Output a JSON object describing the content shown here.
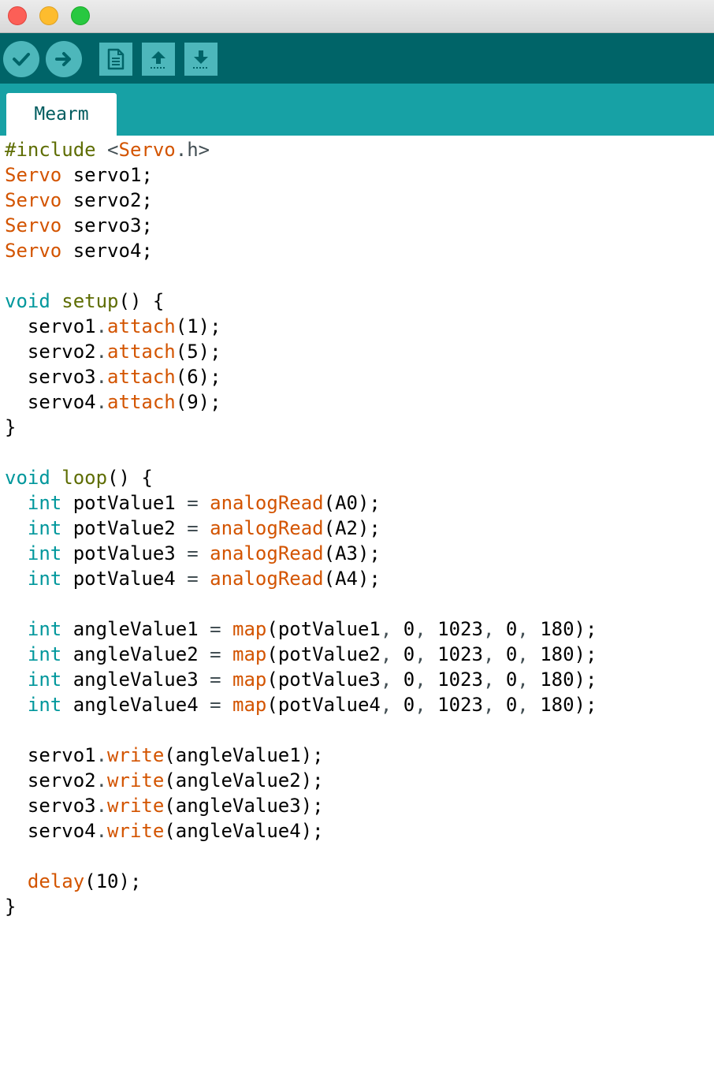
{
  "window": {
    "controls": [
      "close",
      "minimize",
      "zoom"
    ]
  },
  "toolbar": {
    "buttons": [
      {
        "name": "verify",
        "icon": "checkmark-icon"
      },
      {
        "name": "upload",
        "icon": "arrow-right-icon"
      },
      {
        "name": "new",
        "icon": "new-document-icon"
      },
      {
        "name": "open",
        "icon": "arrow-up-icon"
      },
      {
        "name": "save",
        "icon": "arrow-down-icon"
      }
    ]
  },
  "tabs": [
    {
      "label": "Mearm",
      "active": true
    }
  ],
  "colors": {
    "toolbar": "#006468",
    "tabbar": "#17a1a5",
    "button": "#4db7bb",
    "keyword_type": "#d35400",
    "keyword_int": "#00979c",
    "preprocessor": "#5e6d03"
  },
  "code": {
    "lines": [
      [
        {
          "t": "#include ",
          "c": "pre"
        },
        {
          "t": "<",
          "c": "punct"
        },
        {
          "t": "Servo",
          "c": "type"
        },
        {
          "t": ".h>",
          "c": "punct"
        }
      ],
      [
        {
          "t": "Servo",
          "c": "type"
        },
        {
          "t": " servo1;",
          "c": ""
        }
      ],
      [
        {
          "t": "Servo",
          "c": "type"
        },
        {
          "t": " servo2;",
          "c": ""
        }
      ],
      [
        {
          "t": "Servo",
          "c": "type"
        },
        {
          "t": " servo3;",
          "c": ""
        }
      ],
      [
        {
          "t": "Servo",
          "c": "type"
        },
        {
          "t": " servo4;",
          "c": ""
        }
      ],
      [],
      [
        {
          "t": "void",
          "c": "kw"
        },
        {
          "t": " ",
          "c": ""
        },
        {
          "t": "setup",
          "c": "fn-def"
        },
        {
          "t": "() {",
          "c": ""
        }
      ],
      [
        {
          "t": "  servo1",
          "c": ""
        },
        {
          "t": ".",
          "c": "punct"
        },
        {
          "t": "attach",
          "c": "func"
        },
        {
          "t": "(1);",
          "c": ""
        }
      ],
      [
        {
          "t": "  servo2",
          "c": ""
        },
        {
          "t": ".",
          "c": "punct"
        },
        {
          "t": "attach",
          "c": "func"
        },
        {
          "t": "(5);",
          "c": ""
        }
      ],
      [
        {
          "t": "  servo3",
          "c": ""
        },
        {
          "t": ".",
          "c": "punct"
        },
        {
          "t": "attach",
          "c": "func"
        },
        {
          "t": "(6);",
          "c": ""
        }
      ],
      [
        {
          "t": "  servo4",
          "c": ""
        },
        {
          "t": ".",
          "c": "punct"
        },
        {
          "t": "attach",
          "c": "func"
        },
        {
          "t": "(9);",
          "c": ""
        }
      ],
      [
        {
          "t": "}",
          "c": ""
        }
      ],
      [],
      [
        {
          "t": "void",
          "c": "kw"
        },
        {
          "t": " ",
          "c": ""
        },
        {
          "t": "loop",
          "c": "fn-def"
        },
        {
          "t": "() {",
          "c": ""
        }
      ],
      [
        {
          "t": "  ",
          "c": ""
        },
        {
          "t": "int",
          "c": "kw"
        },
        {
          "t": " potValue1 ",
          "c": ""
        },
        {
          "t": "=",
          "c": "punct"
        },
        {
          "t": " ",
          "c": ""
        },
        {
          "t": "analogRead",
          "c": "func"
        },
        {
          "t": "(A0);",
          "c": ""
        }
      ],
      [
        {
          "t": "  ",
          "c": ""
        },
        {
          "t": "int",
          "c": "kw"
        },
        {
          "t": " potValue2 ",
          "c": ""
        },
        {
          "t": "=",
          "c": "punct"
        },
        {
          "t": " ",
          "c": ""
        },
        {
          "t": "analogRead",
          "c": "func"
        },
        {
          "t": "(A2);",
          "c": ""
        }
      ],
      [
        {
          "t": "  ",
          "c": ""
        },
        {
          "t": "int",
          "c": "kw"
        },
        {
          "t": " potValue3 ",
          "c": ""
        },
        {
          "t": "=",
          "c": "punct"
        },
        {
          "t": " ",
          "c": ""
        },
        {
          "t": "analogRead",
          "c": "func"
        },
        {
          "t": "(A3);",
          "c": ""
        }
      ],
      [
        {
          "t": "  ",
          "c": ""
        },
        {
          "t": "int",
          "c": "kw"
        },
        {
          "t": " potValue4 ",
          "c": ""
        },
        {
          "t": "=",
          "c": "punct"
        },
        {
          "t": " ",
          "c": ""
        },
        {
          "t": "analogRead",
          "c": "func"
        },
        {
          "t": "(A4);",
          "c": ""
        }
      ],
      [],
      [
        {
          "t": "  ",
          "c": ""
        },
        {
          "t": "int",
          "c": "kw"
        },
        {
          "t": " angleValue1 ",
          "c": ""
        },
        {
          "t": "=",
          "c": "punct"
        },
        {
          "t": " ",
          "c": ""
        },
        {
          "t": "map",
          "c": "func"
        },
        {
          "t": "(potValue1",
          "c": ""
        },
        {
          "t": ",",
          "c": "punct"
        },
        {
          "t": " 0",
          "c": ""
        },
        {
          "t": ",",
          "c": "punct"
        },
        {
          "t": " 1023",
          "c": ""
        },
        {
          "t": ",",
          "c": "punct"
        },
        {
          "t": " 0",
          "c": ""
        },
        {
          "t": ",",
          "c": "punct"
        },
        {
          "t": " 180);",
          "c": ""
        }
      ],
      [
        {
          "t": "  ",
          "c": ""
        },
        {
          "t": "int",
          "c": "kw"
        },
        {
          "t": " angleValue2 ",
          "c": ""
        },
        {
          "t": "=",
          "c": "punct"
        },
        {
          "t": " ",
          "c": ""
        },
        {
          "t": "map",
          "c": "func"
        },
        {
          "t": "(potValue2",
          "c": ""
        },
        {
          "t": ",",
          "c": "punct"
        },
        {
          "t": " 0",
          "c": ""
        },
        {
          "t": ",",
          "c": "punct"
        },
        {
          "t": " 1023",
          "c": ""
        },
        {
          "t": ",",
          "c": "punct"
        },
        {
          "t": " 0",
          "c": ""
        },
        {
          "t": ",",
          "c": "punct"
        },
        {
          "t": " 180);",
          "c": ""
        }
      ],
      [
        {
          "t": "  ",
          "c": ""
        },
        {
          "t": "int",
          "c": "kw"
        },
        {
          "t": " angleValue3 ",
          "c": ""
        },
        {
          "t": "=",
          "c": "punct"
        },
        {
          "t": " ",
          "c": ""
        },
        {
          "t": "map",
          "c": "func"
        },
        {
          "t": "(potValue3",
          "c": ""
        },
        {
          "t": ",",
          "c": "punct"
        },
        {
          "t": " 0",
          "c": ""
        },
        {
          "t": ",",
          "c": "punct"
        },
        {
          "t": " 1023",
          "c": ""
        },
        {
          "t": ",",
          "c": "punct"
        },
        {
          "t": " 0",
          "c": ""
        },
        {
          "t": ",",
          "c": "punct"
        },
        {
          "t": " 180);",
          "c": ""
        }
      ],
      [
        {
          "t": "  ",
          "c": ""
        },
        {
          "t": "int",
          "c": "kw"
        },
        {
          "t": " angleValue4 ",
          "c": ""
        },
        {
          "t": "=",
          "c": "punct"
        },
        {
          "t": " ",
          "c": ""
        },
        {
          "t": "map",
          "c": "func"
        },
        {
          "t": "(potValue4",
          "c": ""
        },
        {
          "t": ",",
          "c": "punct"
        },
        {
          "t": " 0",
          "c": ""
        },
        {
          "t": ",",
          "c": "punct"
        },
        {
          "t": " 1023",
          "c": ""
        },
        {
          "t": ",",
          "c": "punct"
        },
        {
          "t": " 0",
          "c": ""
        },
        {
          "t": ",",
          "c": "punct"
        },
        {
          "t": " 180);",
          "c": ""
        }
      ],
      [],
      [
        {
          "t": "  servo1",
          "c": ""
        },
        {
          "t": ".",
          "c": "punct"
        },
        {
          "t": "write",
          "c": "func"
        },
        {
          "t": "(angleValue1);",
          "c": ""
        }
      ],
      [
        {
          "t": "  servo2",
          "c": ""
        },
        {
          "t": ".",
          "c": "punct"
        },
        {
          "t": "write",
          "c": "func"
        },
        {
          "t": "(angleValue2);",
          "c": ""
        }
      ],
      [
        {
          "t": "  servo3",
          "c": ""
        },
        {
          "t": ".",
          "c": "punct"
        },
        {
          "t": "write",
          "c": "func"
        },
        {
          "t": "(angleValue3);",
          "c": ""
        }
      ],
      [
        {
          "t": "  servo4",
          "c": ""
        },
        {
          "t": ".",
          "c": "punct"
        },
        {
          "t": "write",
          "c": "func"
        },
        {
          "t": "(angleValue4);",
          "c": ""
        }
      ],
      [],
      [
        {
          "t": "  ",
          "c": ""
        },
        {
          "t": "delay",
          "c": "func"
        },
        {
          "t": "(10);",
          "c": ""
        }
      ],
      [
        {
          "t": "}",
          "c": ""
        }
      ]
    ]
  }
}
